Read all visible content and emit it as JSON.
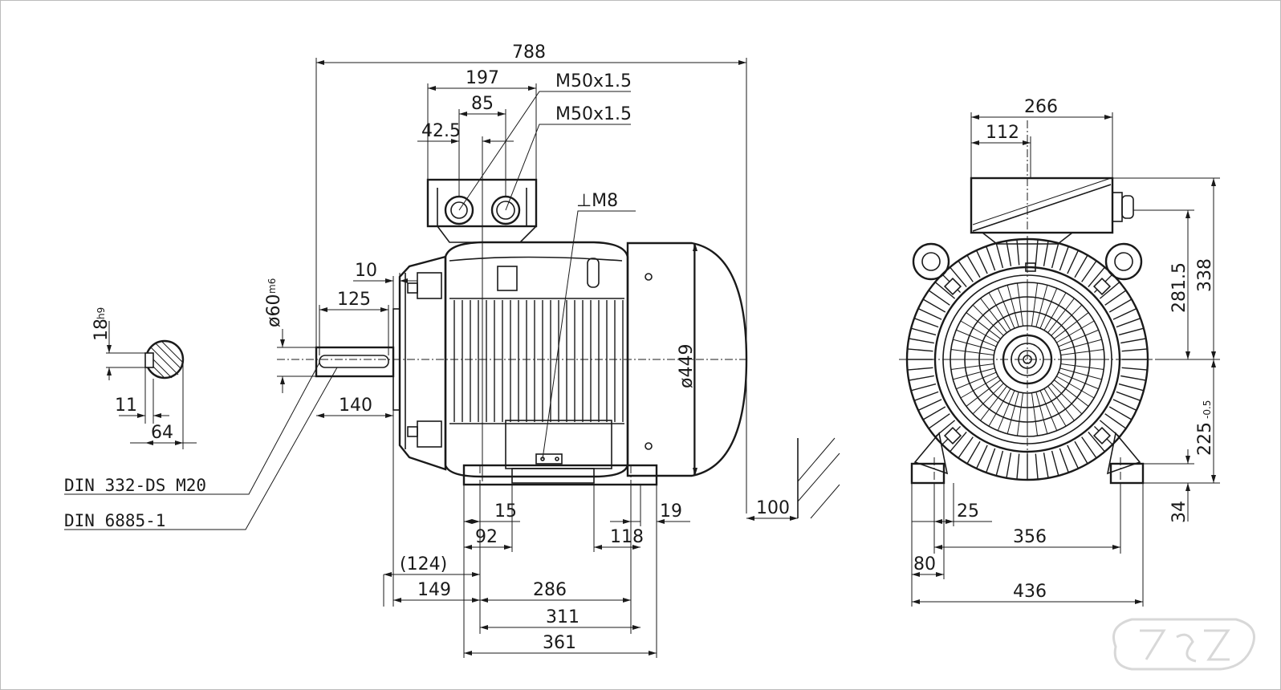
{
  "dimensions": {
    "overall_length": "788",
    "terminal_box_width": "197",
    "gland_spacing": "85",
    "gland_offset": "42.5",
    "gland_thread_1": "M50x1.5",
    "gland_thread_2": "M50x1.5",
    "earth_thread": "⊥M8",
    "shaft_shoulder": "10",
    "key_length": "125",
    "shaft_diameter": "ø60",
    "shaft_diameter_tol": "m6",
    "shaft_length": "140",
    "key_width": "18",
    "key_width_tol": "h9",
    "key_depth": "11",
    "shaft_section_height": "64",
    "frame_diameter": "ø449",
    "foot_15": "15",
    "foot_92": "92",
    "foot_118": "118",
    "foot_19": "19",
    "fan_clearance": "100",
    "shaft_to_foot_ref": "(124)",
    "shaft_to_foot": "149",
    "foot_spacing_286": "286",
    "foot_spacing_311": "311",
    "foot_length_361": "361",
    "box_width_end": "266",
    "box_offset_end": "112",
    "box_top_height": "338",
    "gland_height": "281.5",
    "shaft_height": "225",
    "shaft_height_tol": "-0.5",
    "foot_height": "34",
    "foot_hole_25": "25",
    "foot_hole_spacing": "356",
    "foot_width": "80",
    "base_width": "436"
  },
  "labels": {
    "center_hole": "DIN 332-DS M20",
    "key_standard": "DIN 6885-1"
  }
}
